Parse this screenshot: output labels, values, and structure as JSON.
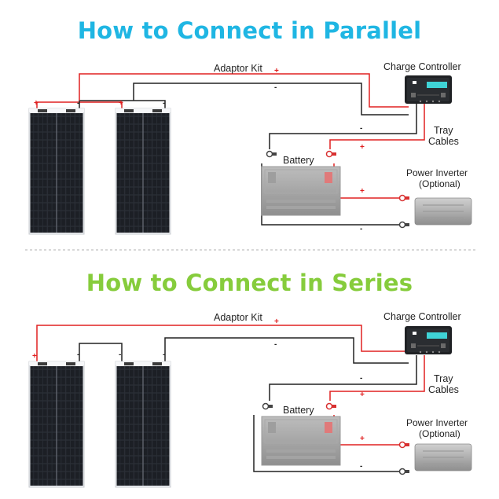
{
  "parallel": {
    "title": "How to Connect in Parallel",
    "adaptor_kit": "Adaptor Kit",
    "charge_controller": "Charge Controller",
    "tray_cables": [
      "Tray",
      "Cables"
    ],
    "battery": "Battery",
    "power_inverter": [
      "Power Inverter",
      "(Optional)"
    ]
  },
  "series": {
    "title": "How to Connect in Series",
    "adaptor_kit": "Adaptor Kit",
    "charge_controller": "Charge Controller",
    "tray_cables": [
      "Tray",
      "Cables"
    ],
    "battery": "Battery",
    "power_inverter": [
      "Power Inverter",
      "(Optional)"
    ]
  },
  "polarity": {
    "plus": "+",
    "minus": "-"
  },
  "colors": {
    "parallel_title": "#1fb6e3",
    "series_title": "#86cc3c",
    "positive_wire": "#e02020",
    "negative_wire": "#222222",
    "divider": "#b0b0b0"
  }
}
